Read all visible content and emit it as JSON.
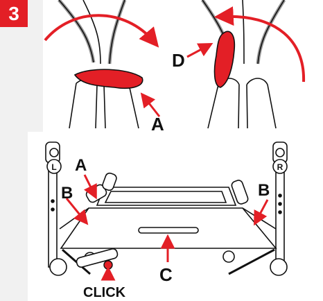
{
  "step": {
    "number": "3"
  },
  "labels": {
    "A_top": "A",
    "D": "D",
    "A_bottom": "A",
    "B_left": "B",
    "B_right": "B",
    "C": "C",
    "click": "CLICK"
  },
  "hand_markers": {
    "left": "L",
    "right": "R"
  },
  "colors": {
    "accent": "#e31f26",
    "line": "#111111",
    "panel": "#ffffff",
    "background": "#f1f1f1"
  }
}
